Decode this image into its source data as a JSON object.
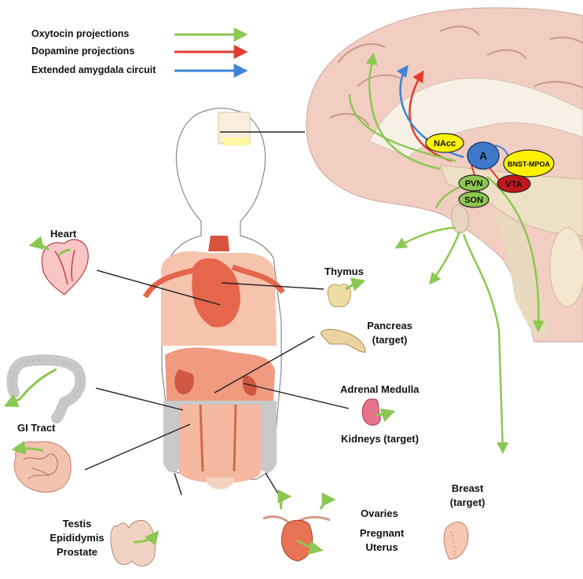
{
  "legend": {
    "items": [
      {
        "label": "Oxytocin projections",
        "color": "#8cc751"
      },
      {
        "label": "Dopamine projections",
        "color": "#e53b2b"
      },
      {
        "label": "Extended amygdala circuit",
        "color": "#3f84d6"
      }
    ]
  },
  "brain_nodes": {
    "nacc": "NAcc",
    "a": "A",
    "bnst": "BNST-MPOA",
    "pvn": "PVN",
    "vta": "VTA",
    "son": "SON"
  },
  "organs": {
    "heart": "Heart",
    "thymus": "Thymus",
    "pancreas": [
      "Pancreas",
      "(target)"
    ],
    "adrenal": "Adrenal Medulla",
    "kidneys": "Kidneys (target)",
    "gi": "GI Tract",
    "testis": [
      "Testis",
      "Epididymis",
      "Prostate"
    ],
    "ovaries": "Ovaries",
    "uterus": [
      "Pregnant",
      "Uterus"
    ],
    "breast": [
      "Breast",
      "(target)"
    ]
  },
  "icons": [
    "heart-icon",
    "thymus-icon",
    "pancreas-icon",
    "colon-icon",
    "intestine-icon",
    "kidney-icon",
    "testis-icon",
    "uterus-icon",
    "breast-icon",
    "brain-icon",
    "body-silhouette"
  ]
}
